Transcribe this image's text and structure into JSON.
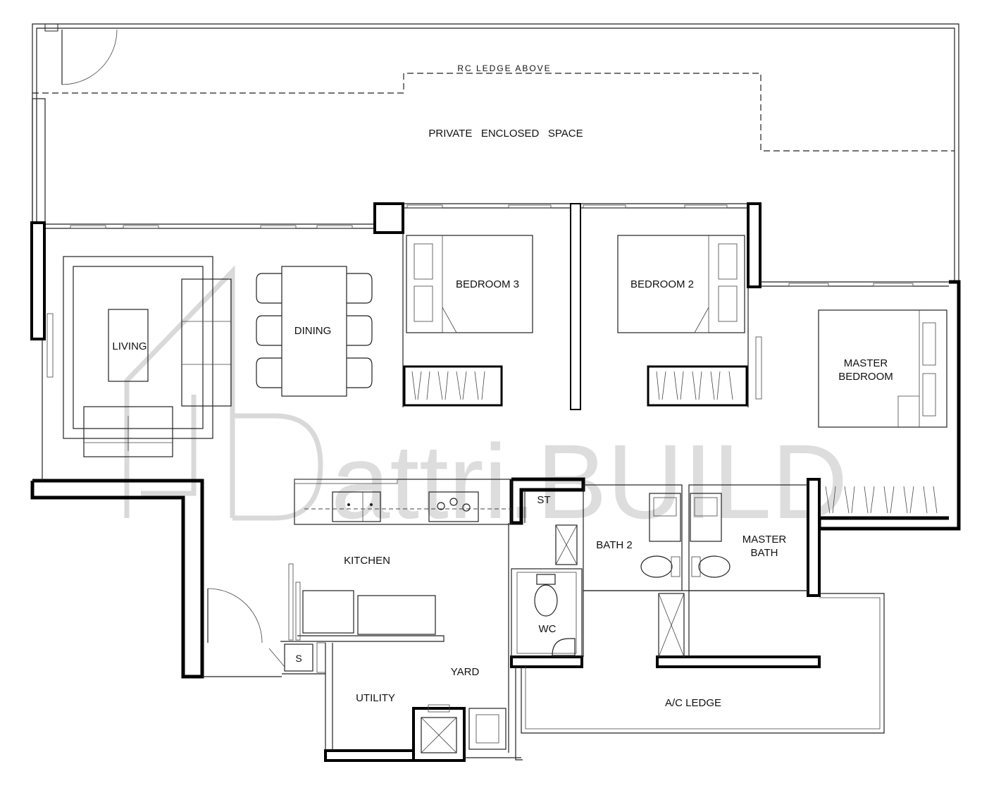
{
  "plan": {
    "labels": {
      "rc_ledge_above": "RC LEDGE ABOVE",
      "private_enclosed_space": "PRIVATE   ENCLOSED   SPACE",
      "living": "LIVING",
      "dining": "DINING",
      "bedroom3": "BEDROOM 3",
      "bedroom2": "BEDROOM 2",
      "master_bedroom_line1": "MASTER",
      "master_bedroom_line2": "BEDROOM",
      "st": "ST",
      "kitchen": "KITCHEN",
      "bath2": "BATH 2",
      "master_bath_line1": "MASTER",
      "master_bath_line2": "BATH",
      "wc": "WC",
      "s": "S",
      "yard": "YARD",
      "utility": "UTILITY",
      "ac_ledge": "A/C LEDGE"
    },
    "watermark": "attri.BUILD"
  }
}
